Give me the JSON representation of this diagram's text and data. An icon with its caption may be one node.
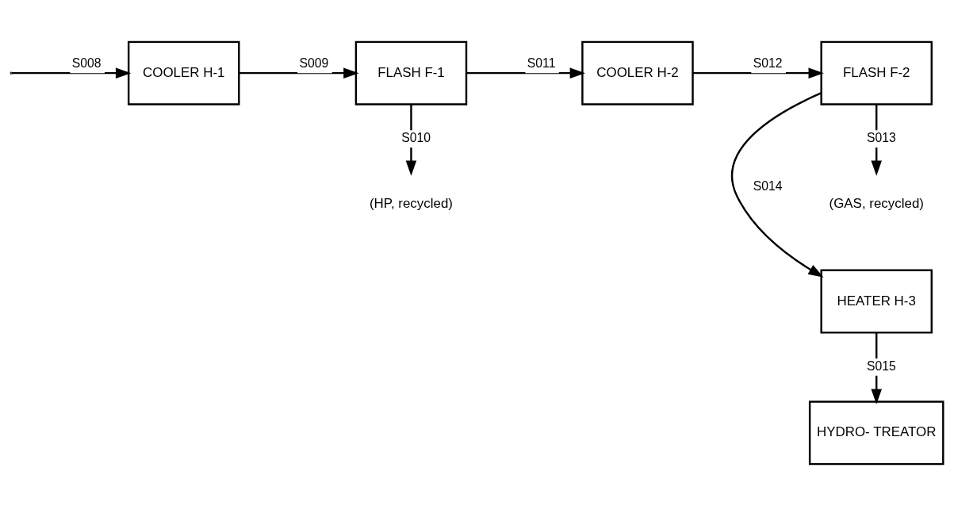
{
  "diagram": {
    "nodes": [
      {
        "text": [
          "COOLER H-1"
        ]
      },
      {
        "text": [
          "FLASH F-1"
        ]
      },
      {
        "text": [
          "COOLER H-2"
        ]
      },
      {
        "text": [
          "FLASH F-2"
        ]
      },
      {
        "text": [
          "HEATER H-3"
        ]
      },
      {
        "text": [
          "HYDRO- TREATOR"
        ]
      },
      {
        "text": [
          "(HP, recycled)"
        ]
      },
      {
        "text": [
          "(GAS, recycled)"
        ]
      }
    ],
    "edges": [
      {
        "from": null,
        "to": 0,
        "arrow": "to",
        "label": "S008"
      },
      {
        "from": 0,
        "to": 1,
        "arrow": "to",
        "label": "S009"
      },
      {
        "from": 1,
        "to": 6,
        "arrow": "to",
        "label": "S010"
      },
      {
        "from": 1,
        "to": 2,
        "arrow": "to",
        "label": "S011"
      },
      {
        "from": 2,
        "to": 3,
        "arrow": "to",
        "label": "S012"
      },
      {
        "from": 3,
        "to": 7,
        "arrow": "to",
        "label": "S013"
      },
      {
        "from": 3,
        "to": 4,
        "arrow": "to",
        "label": "S014"
      },
      {
        "from": 4,
        "to": 5,
        "arrow": "to",
        "label": "S015"
      }
    ]
  }
}
